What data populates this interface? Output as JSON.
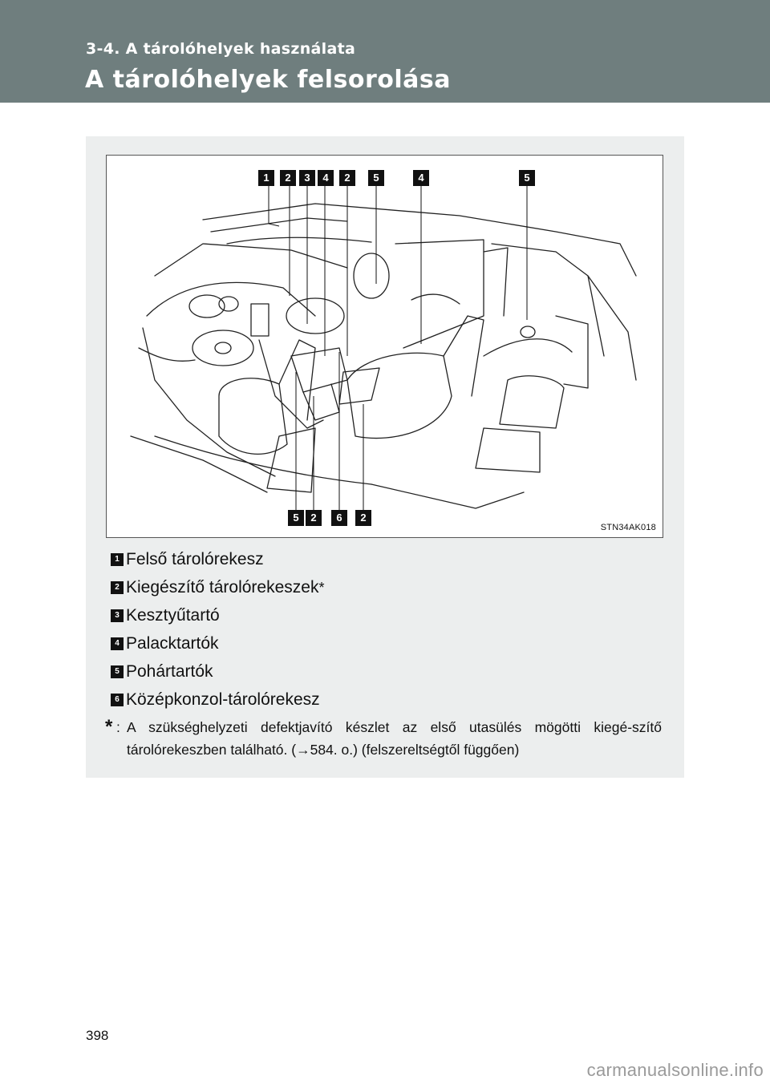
{
  "header": {
    "section": "3-4. A tárolóhelyek használata",
    "title": "A tárolóhelyek felsorolása"
  },
  "figure": {
    "code": "STN34AK018",
    "top_badges": [
      "1",
      "2",
      "3",
      "4",
      "2",
      "5",
      "4",
      "5"
    ],
    "bottom_badges": [
      "5",
      "2",
      "6",
      "2"
    ]
  },
  "legend": [
    {
      "num": "1",
      "label": "Felső tárolórekesz"
    },
    {
      "num": "2",
      "label": "Kiegészítő tárolórekeszek",
      "star": "*"
    },
    {
      "num": "3",
      "label": "Kesztyűtartó"
    },
    {
      "num": "4",
      "label": "Palacktartók"
    },
    {
      "num": "5",
      "label": "Pohártartók"
    },
    {
      "num": "6",
      "label": "Középkonzol-tárolórekesz"
    }
  ],
  "note": {
    "mark": "*",
    "colon": ":",
    "text": "A szükséghelyzeti defektjavító készlet az első utasülés mögötti kiegé-szítő tárolórekeszben található. (→584. o.) (felszereltségtől függően)"
  },
  "page_number": "398",
  "watermark": "carmanualsonline.info"
}
